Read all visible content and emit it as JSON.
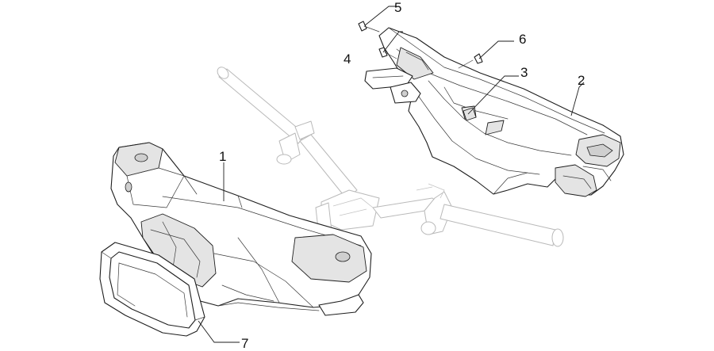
{
  "callouts": [
    {
      "id": "1",
      "label": "1"
    },
    {
      "id": "2",
      "label": "2"
    },
    {
      "id": "3",
      "label": "3"
    },
    {
      "id": "4",
      "label": "4"
    },
    {
      "id": "5",
      "label": "5"
    },
    {
      "id": "6",
      "label": "6"
    },
    {
      "id": "7",
      "label": "7"
    }
  ],
  "colors": {
    "line": "#1e1e1e",
    "handlebar_ghost": "#b9b9b9",
    "shading": "#e4e4e4"
  }
}
